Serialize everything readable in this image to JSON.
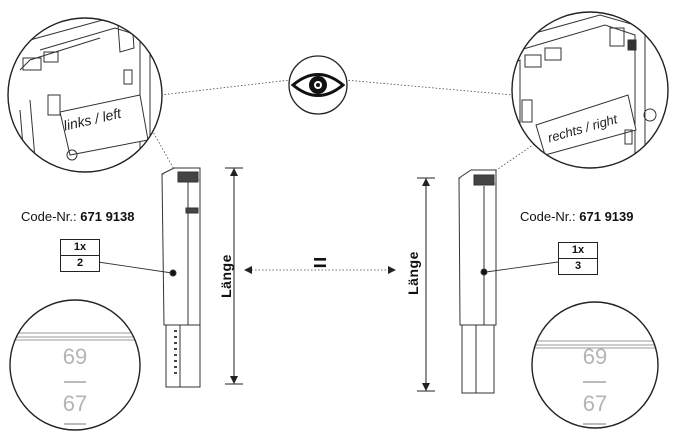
{
  "left": {
    "code_label": "Code-Nr.:",
    "code_number": "671 9138",
    "qty_top": "1x",
    "qty_bottom": "2",
    "tag_text": "links / left",
    "length_label": "Länge",
    "scale_top": "69",
    "scale_bottom": "67"
  },
  "right": {
    "code_label": "Code-Nr.:",
    "code_number": "671 9139",
    "qty_top": "1x",
    "qty_bottom": "3",
    "tag_text": "rechts / right",
    "length_label": "Länge",
    "scale_top": "69",
    "scale_bottom": "67"
  },
  "equal_sign": "=",
  "icons": [
    "eye-icon"
  ]
}
